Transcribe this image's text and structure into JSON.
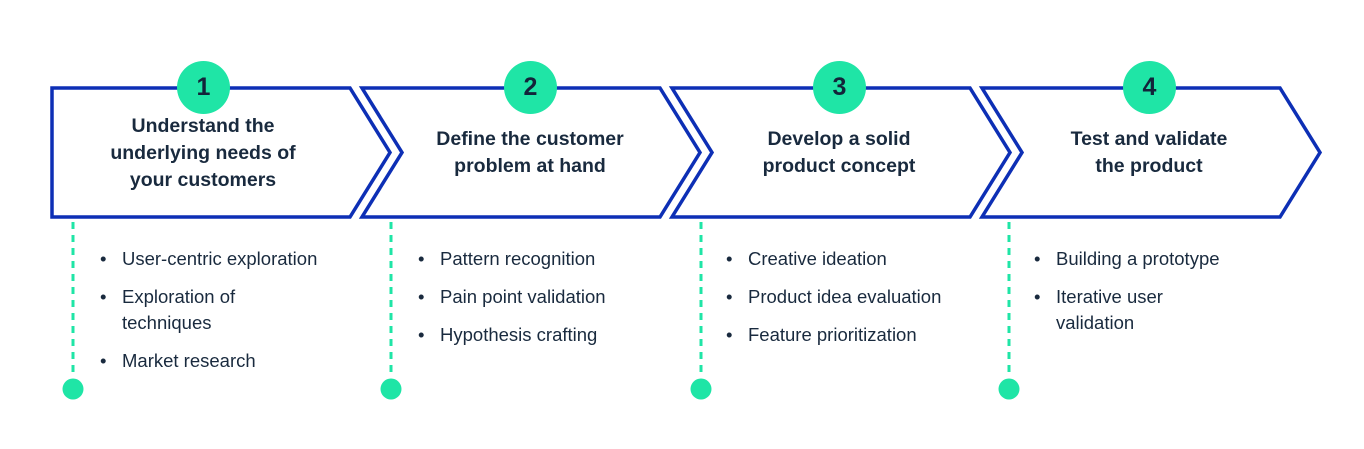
{
  "colors": {
    "outline-blue": "#0d2fb5",
    "accent-teal": "#1fe5a6",
    "text-navy": "#192a3e",
    "bg": "#ffffff"
  },
  "ui": {
    "bullet_char": "•"
  },
  "steps": [
    {
      "number": "1",
      "title": "Understand the\nunderlying needs of\nyour customers",
      "bullets": [
        "User-centric exploration",
        "Exploration of\ntechniques",
        "Market research"
      ]
    },
    {
      "number": "2",
      "title": "Define the customer\nproblem at hand",
      "bullets": [
        "Pattern recognition",
        "Pain point validation",
        "Hypothesis crafting"
      ]
    },
    {
      "number": "3",
      "title": "Develop a solid\nproduct concept",
      "bullets": [
        "Creative ideation",
        "Product idea evaluation",
        "Feature prioritization"
      ]
    },
    {
      "number": "4",
      "title": "Test and validate\nthe product",
      "bullets": [
        "Building a prototype",
        "Iterative user\nvalidation"
      ]
    }
  ]
}
